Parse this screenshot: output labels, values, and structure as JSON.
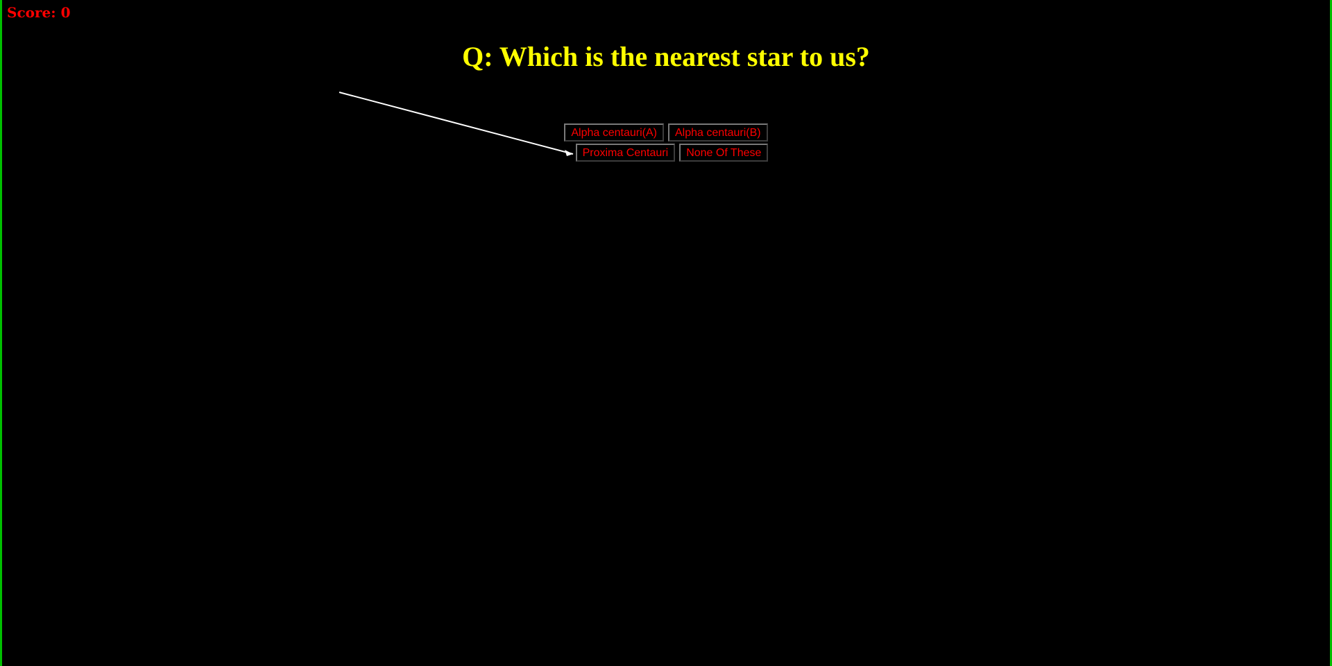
{
  "score": {
    "text": "Score: 0"
  },
  "question": {
    "text": "Q: Which is the nearest star to us?"
  },
  "options": [
    {
      "label": "Alpha centauri(A)"
    },
    {
      "label": "Alpha centauri(B)"
    },
    {
      "label": "Proxima Centauri"
    },
    {
      "label": "None Of These"
    }
  ],
  "colors": {
    "background": "#000000",
    "border": "#00c000",
    "score_text": "#ff0000",
    "question_text": "#ffff00",
    "option_text": "#ff0000",
    "pointer_line": "#ffffff"
  },
  "icons": {
    "pointer": "cursor-arrow-icon"
  }
}
